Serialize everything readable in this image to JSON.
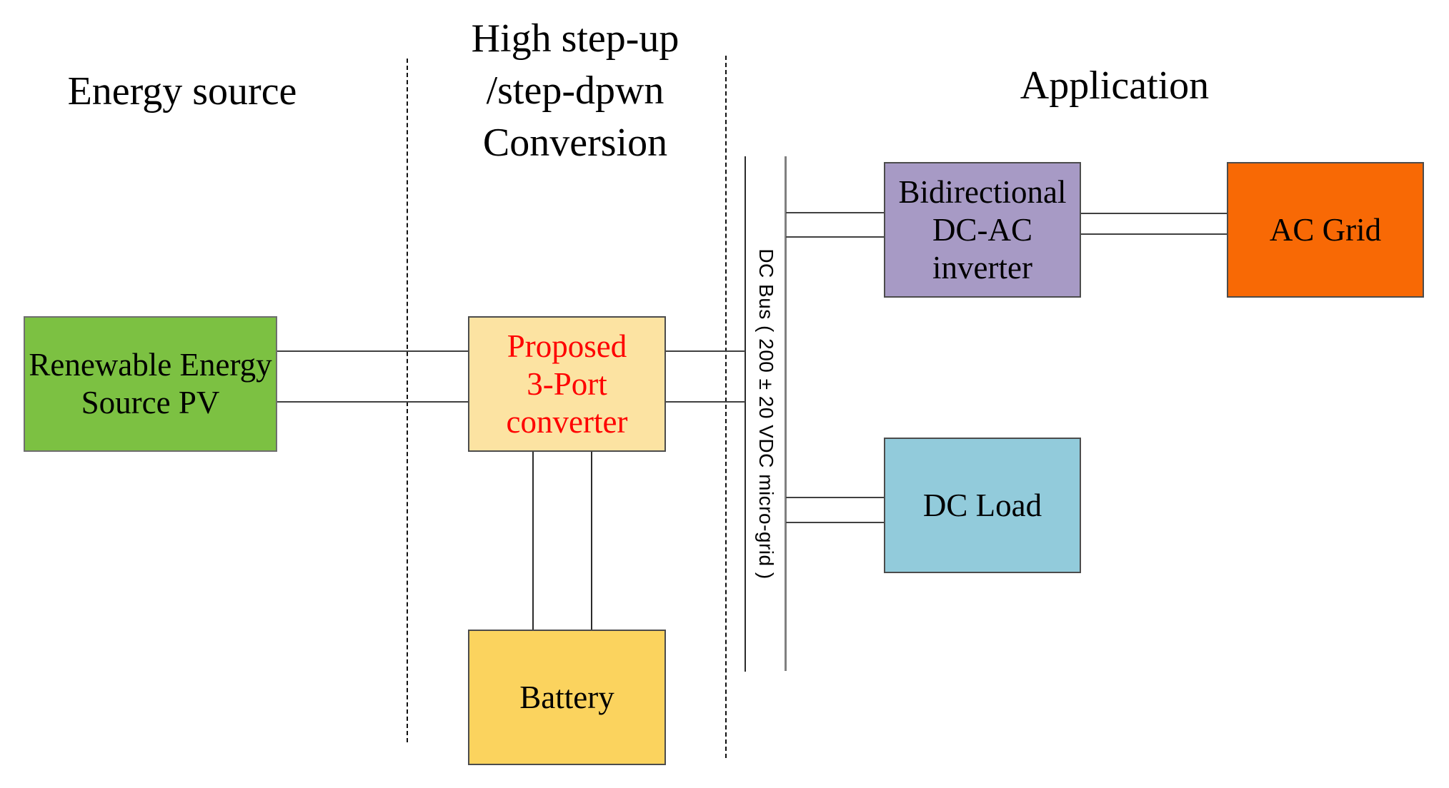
{
  "sections": {
    "energy_source": {
      "title": "Energy source"
    },
    "conversion": {
      "title_lines": [
        "High step-up",
        "/step-dpwn",
        "Conversion"
      ]
    },
    "application": {
      "title": "Application"
    }
  },
  "bus": {
    "label": "DC Bus ( 200 ± 20 VDC micro-grid )"
  },
  "blocks": {
    "pv": {
      "lines": [
        "Renewable Energy",
        "Source PV"
      ],
      "fill": "#7cc142",
      "text_color": "#000000"
    },
    "converter": {
      "lines": [
        "Proposed",
        "3-Port",
        "converter"
      ],
      "fill": "#fce3a2",
      "text_color": "#fe0000"
    },
    "battery": {
      "lines": [
        "Battery"
      ],
      "fill": "#fbd35e",
      "text_color": "#000000"
    },
    "inverter": {
      "lines": [
        "Bidirectional",
        "DC-AC",
        "inverter"
      ],
      "fill": "#a79ac5",
      "text_color": "#000000"
    },
    "ac_grid": {
      "lines": [
        "AC Grid"
      ],
      "fill": "#f86905",
      "text_color": "#000000"
    },
    "dc_load": {
      "lines": [
        "DC Load"
      ],
      "fill": "#92cbdb",
      "text_color": "#000000"
    }
  }
}
